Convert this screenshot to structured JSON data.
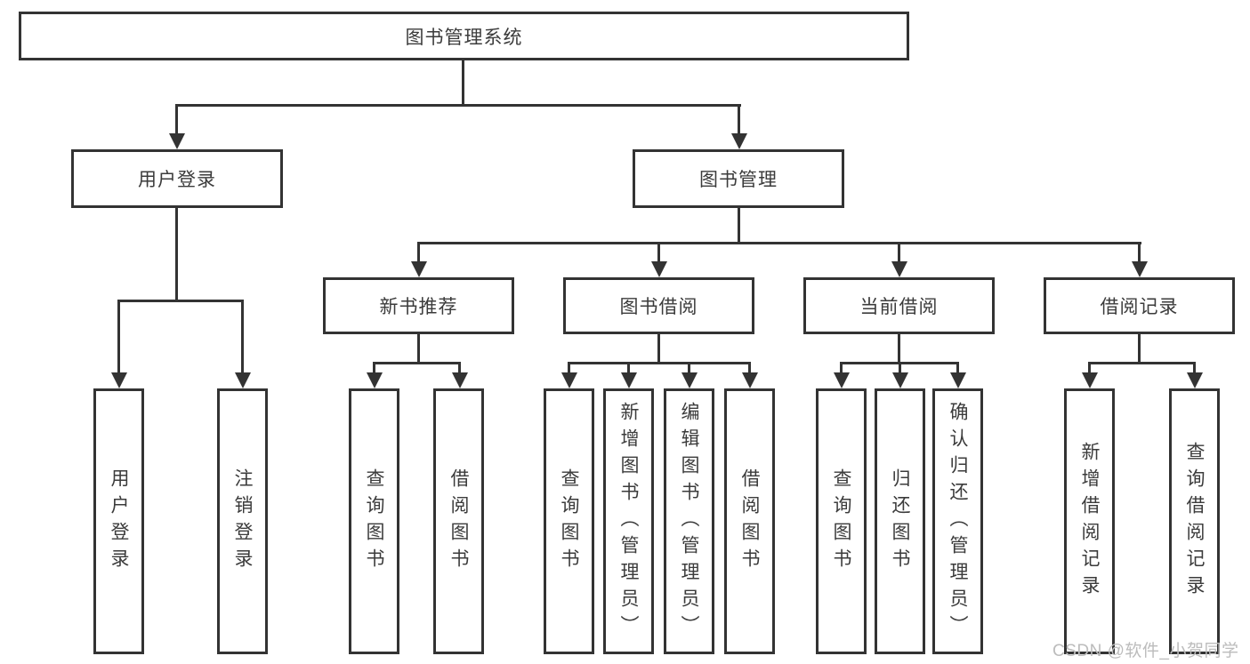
{
  "colors": {
    "background": "#ffffff",
    "line": "#333333",
    "box_border": "#333333",
    "text": "#3b3b3b",
    "watermark": "#bcbcbc"
  },
  "watermark": {
    "text": "CSDN @软件_小贺同学"
  },
  "tree": {
    "root": "图书管理系统",
    "branches": [
      {
        "label": "用户登录",
        "children": [
          "用户登录",
          "注销登录"
        ]
      },
      {
        "label": "图书管理",
        "groups": [
          {
            "label": "新书推荐",
            "children": [
              "查询图书",
              "借阅图书"
            ]
          },
          {
            "label": "图书借阅",
            "children": [
              "查询图书",
              "新增图书（管理员）",
              "编辑图书（管理员）",
              "借阅图书"
            ]
          },
          {
            "label": "当前借阅",
            "children": [
              "查询图书",
              "归还图书",
              "确认归还（管理员）"
            ]
          },
          {
            "label": "借阅记录",
            "children": [
              "新增借阅记录",
              "查询借阅记录"
            ]
          }
        ]
      }
    ]
  }
}
